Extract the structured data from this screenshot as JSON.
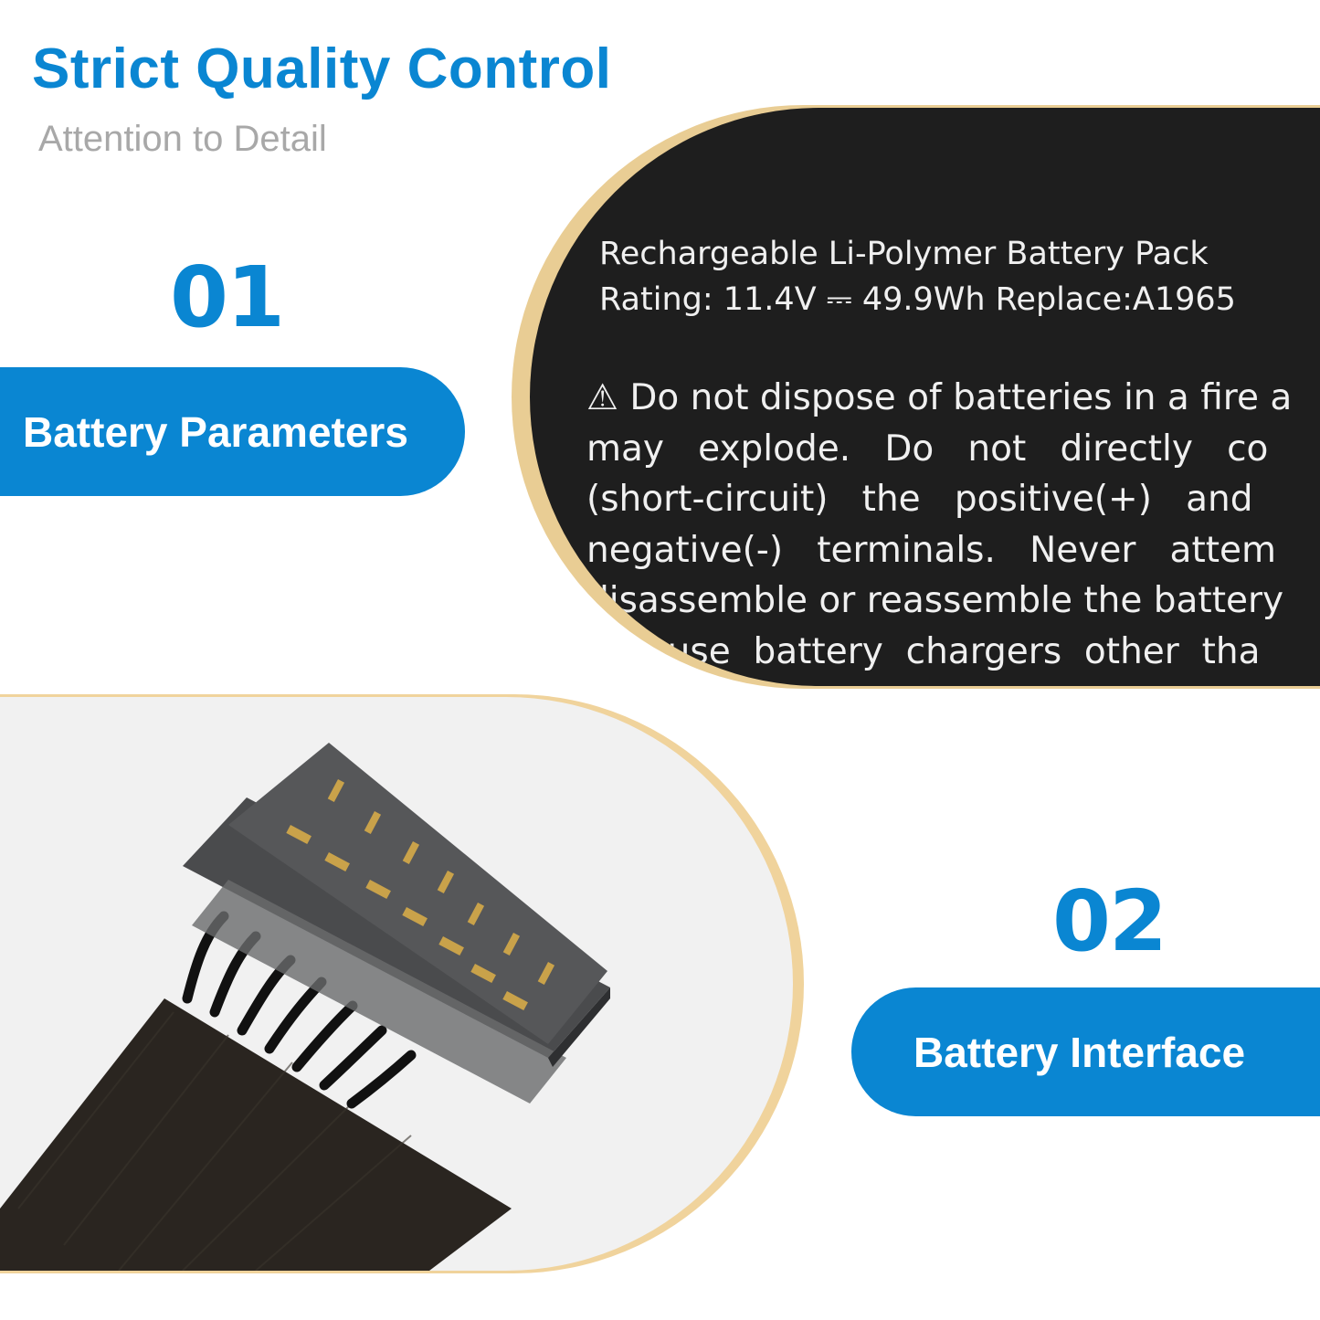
{
  "header": {
    "title": "Strict Quality Control",
    "subtitle": "Attention to Detail"
  },
  "sections": [
    {
      "number": "01",
      "label": "Battery Parameters"
    },
    {
      "number": "02",
      "label": "Battery Interface"
    }
  ],
  "battery_label": {
    "line1": "Rechargeable Li-Polymer Battery Pack",
    "line2": "Rating: 11.4V ⎓ 49.9Wh  Replace:A1965",
    "warning": "⚠ Do not dispose of batteries in a fire a\nmay   explode.   Do   not   directly   co\n(short-circuit)   the   positive(+)   and\nnegative(-)   terminals.   Never   attem\ndisassemble or reassemble the battery\nnot  use  battery  chargers  other  tha"
  },
  "colors": {
    "accent": "#0a86d2",
    "subtitle": "#a8a8a8",
    "frame": "#e9cd94"
  }
}
